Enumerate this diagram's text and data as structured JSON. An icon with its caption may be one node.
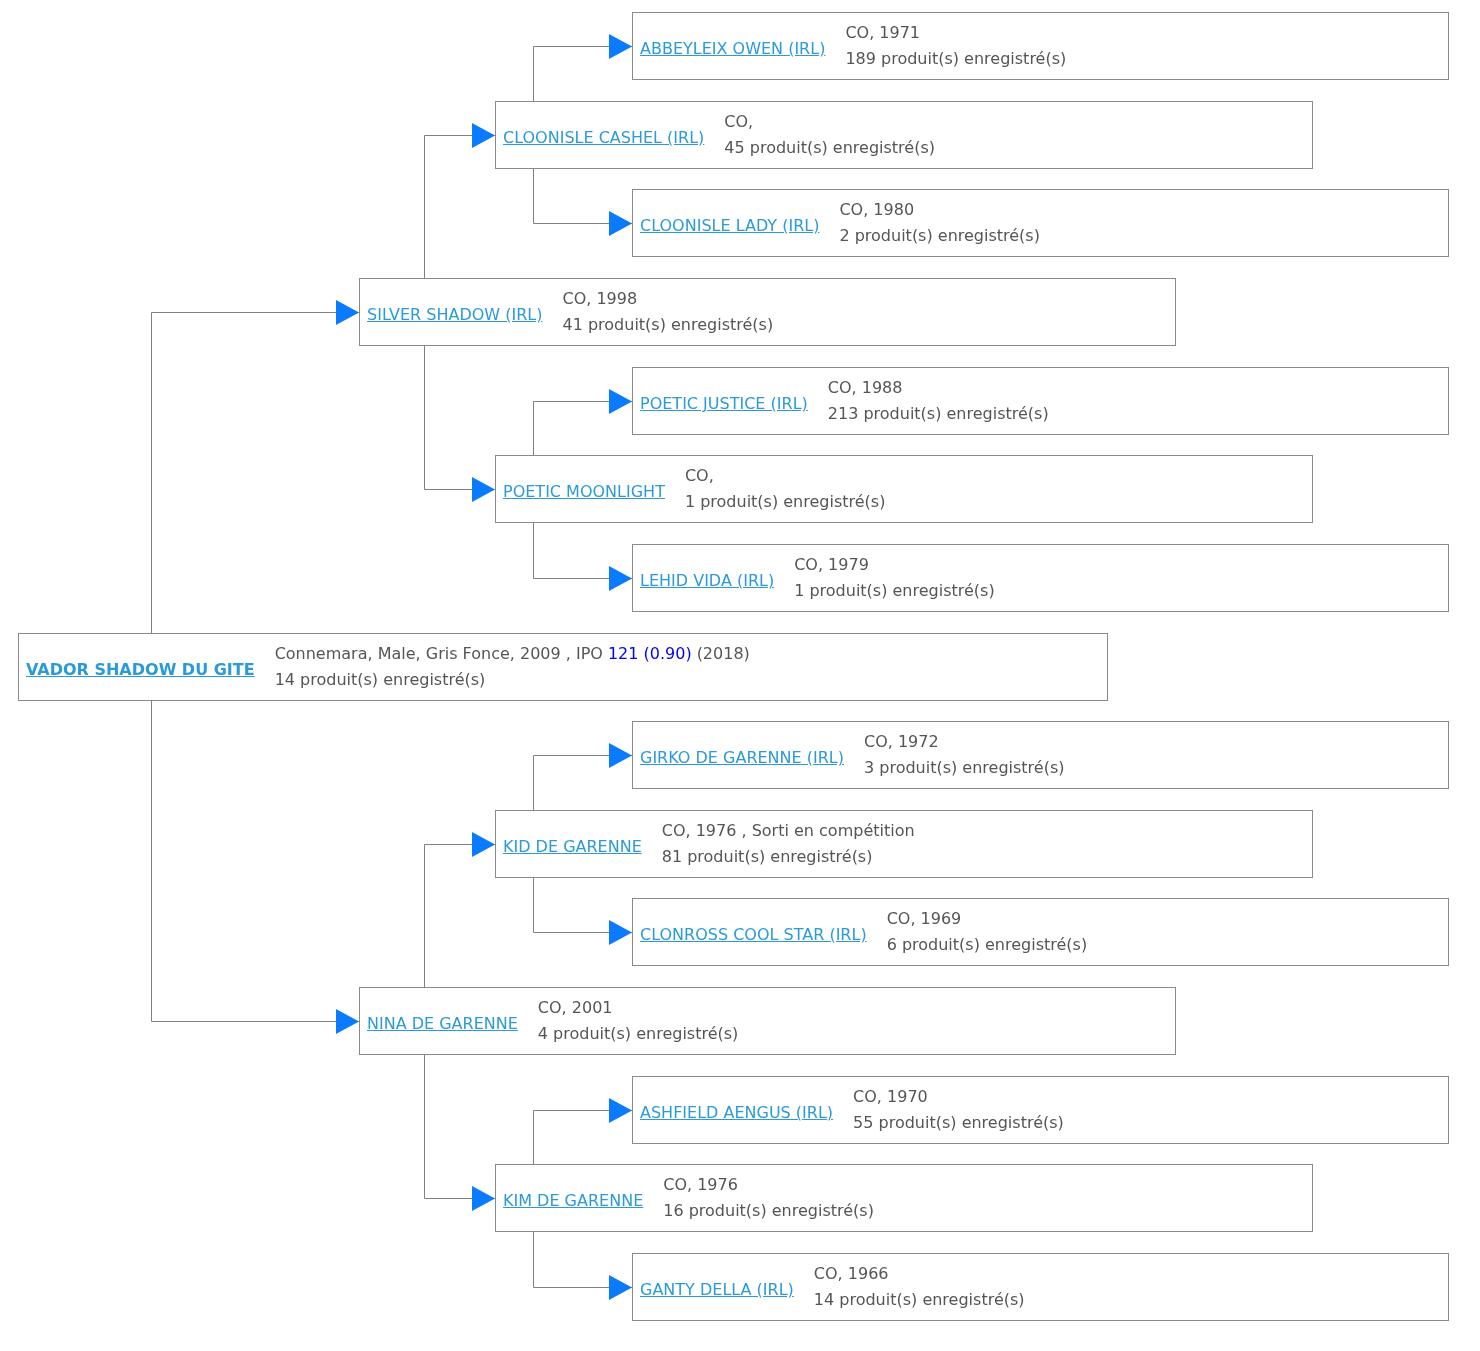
{
  "diagram": {
    "nodes": [
      {
        "text": [
          "ABBEYLEIX OWEN (IRL)",
          "CO, 1971",
          "189 produit(s) enregistré(s)"
        ]
      },
      {
        "text": [
          "CLOONISLE CASHEL (IRL)",
          "CO,",
          "45 produit(s) enregistré(s)"
        ]
      },
      {
        "text": [
          "CLOONISLE LADY (IRL)",
          "CO, 1980",
          "2 produit(s) enregistré(s)"
        ]
      },
      {
        "text": [
          "SILVER SHADOW (IRL)",
          "CO, 1998",
          "41 produit(s) enregistré(s)"
        ]
      },
      {
        "text": [
          "POETIC JUSTICE (IRL)",
          "CO, 1988",
          "213 produit(s) enregistré(s)"
        ]
      },
      {
        "text": [
          "POETIC MOONLIGHT",
          "CO,",
          "1 produit(s) enregistré(s)"
        ]
      },
      {
        "text": [
          "LEHID VIDA (IRL)",
          "CO, 1979",
          "1 produit(s) enregistré(s)"
        ]
      },
      {
        "text": [
          "VADOR SHADOW DU GITE",
          "Connemara, Male, Gris Fonce, 2009 , IPO",
          "121 (0.90)",
          "(2018)",
          "14 produit(s) enregistré(s)"
        ]
      },
      {
        "text": [
          "GIRKO DE GARENNE (IRL)",
          "CO, 1972",
          "3 produit(s) enregistré(s)"
        ]
      },
      {
        "text": [
          "KID DE GARENNE",
          "CO, 1976 , Sorti en compétition",
          "81 produit(s) enregistré(s)"
        ]
      },
      {
        "text": [
          "CLONROSS COOL STAR (IRL)",
          "CO, 1969",
          "6 produit(s) enregistré(s)"
        ]
      },
      {
        "text": [
          "NINA DE GARENNE",
          "CO, 2001",
          "4 produit(s) enregistré(s)"
        ]
      },
      {
        "text": [
          "ASHFIELD AENGUS (IRL)",
          "CO, 1970",
          "55 produit(s) enregistré(s)"
        ]
      },
      {
        "text": [
          "KIM DE GARENNE",
          "CO, 1976",
          "16 produit(s) enregistré(s)"
        ]
      },
      {
        "text": [
          "GANTY DELLA (IRL)",
          "CO, 1966",
          "14 produit(s) enregistré(s)"
        ]
      }
    ],
    "edges": [
      {
        "from": 7,
        "to": 3,
        "arrow": "to"
      },
      {
        "from": 7,
        "to": 11,
        "arrow": "to"
      },
      {
        "from": 3,
        "to": 1,
        "arrow": "to"
      },
      {
        "from": 3,
        "to": 5,
        "arrow": "to"
      },
      {
        "from": 1,
        "to": 0,
        "arrow": "to"
      },
      {
        "from": 1,
        "to": 2,
        "arrow": "to"
      },
      {
        "from": 5,
        "to": 4,
        "arrow": "to"
      },
      {
        "from": 5,
        "to": 6,
        "arrow": "to"
      },
      {
        "from": 11,
        "to": 9,
        "arrow": "to"
      },
      {
        "from": 11,
        "to": 13,
        "arrow": "to"
      },
      {
        "from": 9,
        "to": 8,
        "arrow": "to"
      },
      {
        "from": 9,
        "to": 10,
        "arrow": "to"
      },
      {
        "from": 13,
        "to": 12,
        "arrow": "to"
      },
      {
        "from": 13,
        "to": 14,
        "arrow": "to"
      }
    ]
  }
}
